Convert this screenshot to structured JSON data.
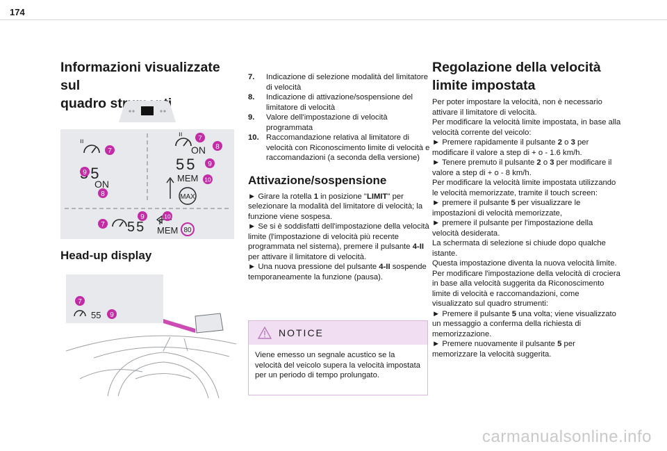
{
  "page": {
    "number": "174",
    "watermark": "carmanualsonline.info"
  },
  "col1": {
    "heading": [
      "Informazioni visualizzate sul",
      "quadro strumenti"
    ],
    "head_up_heading": "Head-up display"
  },
  "figure_cluster": {
    "panel_left": {
      "on": "ON",
      "callouts": [
        "7",
        "9",
        "8"
      ]
    },
    "panel_right": {
      "on": "ON",
      "mem": "MEM",
      "max": "MAX",
      "callouts": [
        "7",
        "8",
        "9",
        "10"
      ]
    },
    "bottom_bar": {
      "mem": "MEM",
      "speed": "80",
      "callouts": [
        "7",
        "9",
        "10"
      ]
    }
  },
  "figure_hud": {
    "value": "55",
    "callouts": [
      "7",
      "9"
    ]
  },
  "col2": {
    "items": [
      {
        "num": "7.",
        "text": "Indicazione di selezione modalità del limitatore di velocità"
      },
      {
        "num": "8.",
        "text": "Indicazione di attivazione/sospensione del limitatore di velocità"
      },
      {
        "num": "9.",
        "text": "Valore dell'impostazione di velocità programmata"
      },
      {
        "num": "10.",
        "text": "Raccomandazione relativa al limitatore di velocità con Riconoscimento limite di velocità e raccomandazioni (a seconda della versione)"
      }
    ],
    "activation_heading": "Attivazione/sospensione",
    "p1_a": "► Girare la rotella ",
    "p1_b": "1",
    "p1_c": " in posizione \"",
    "p1_d": "LIMIT",
    "p1_e": "\" per selezionare la modalità del limitatore di velocità; la funzione viene sospesa.",
    "p2_a": "► Se si è soddisfatti dell'impostazione della velocità limite (l'impostazione di velocità più recente programmata nel sistema), premere il pulsante ",
    "p2_b": "4-II",
    "p2_c": " per attivare il limitatore di velocità.",
    "p3_a": "► Una nuova pressione del pulsante ",
    "p3_b": "4-II",
    "p3_c": " sospende temporaneamente la funzione (pausa).",
    "notice_title": "NOTICE",
    "notice_text": "Viene emesso un segnale acustico se la velocità del veicolo supera la velocità impostata per un periodo di tempo prolungato."
  },
  "col3": {
    "heading": [
      "Regolazione della velocità",
      "limite impostata"
    ],
    "intro": "Per poter impostare la velocità, non è necessario attivare il limitatore di velocità.",
    "p_modify": "Per modificare la velocità limite impostata, in base alla velocità corrente del veicolo:",
    "s1_a": "► Premere rapidamente il pulsante ",
    "s1_b": "2",
    "s1_c": " o ",
    "s1_d": "3",
    "s1_e": " per modificare il valore a step di + o - 1.6 km/h.",
    "s2_a": "► Tenere premuto il pulsante ",
    "s2_b": "2",
    "s2_c": " o ",
    "s2_d": "3",
    "s2_e": " per modificare il valore a step di + o - 8 km/h.",
    "p_memorized": "Per modificare la velocità limite impostata utilizzando le velocità memorizzate, tramite il touch screen:",
    "s3_a": "► premere il pulsante ",
    "s3_b": "5",
    "s3_c": " per visualizzare le impostazioni di velocità memorizzate,",
    "s4": "► premere il pulsante per l'impostazione della velocità desiderata.",
    "p_closes": "La schermata di selezione si chiude dopo qualche istante.",
    "p_becomes": "Questa impostazione diventa la nuova velocità limite.",
    "p_cruise": "Per modificare l'impostazione della velocità di crociera in base alla velocità suggerita da Riconoscimento limite di velocità e raccomandazioni, come visualizzato sul quadro strumenti:",
    "s5_a": "► Premere il pulsante ",
    "s5_b": "5",
    "s5_c": " una volta; viene visualizzato un messaggio a conferma della richiesta di memorizzazione.",
    "s6_a": "► Premere nuovamente il pulsante ",
    "s6_b": "5",
    "s6_c": " per memorizzare la velocità suggerita."
  }
}
